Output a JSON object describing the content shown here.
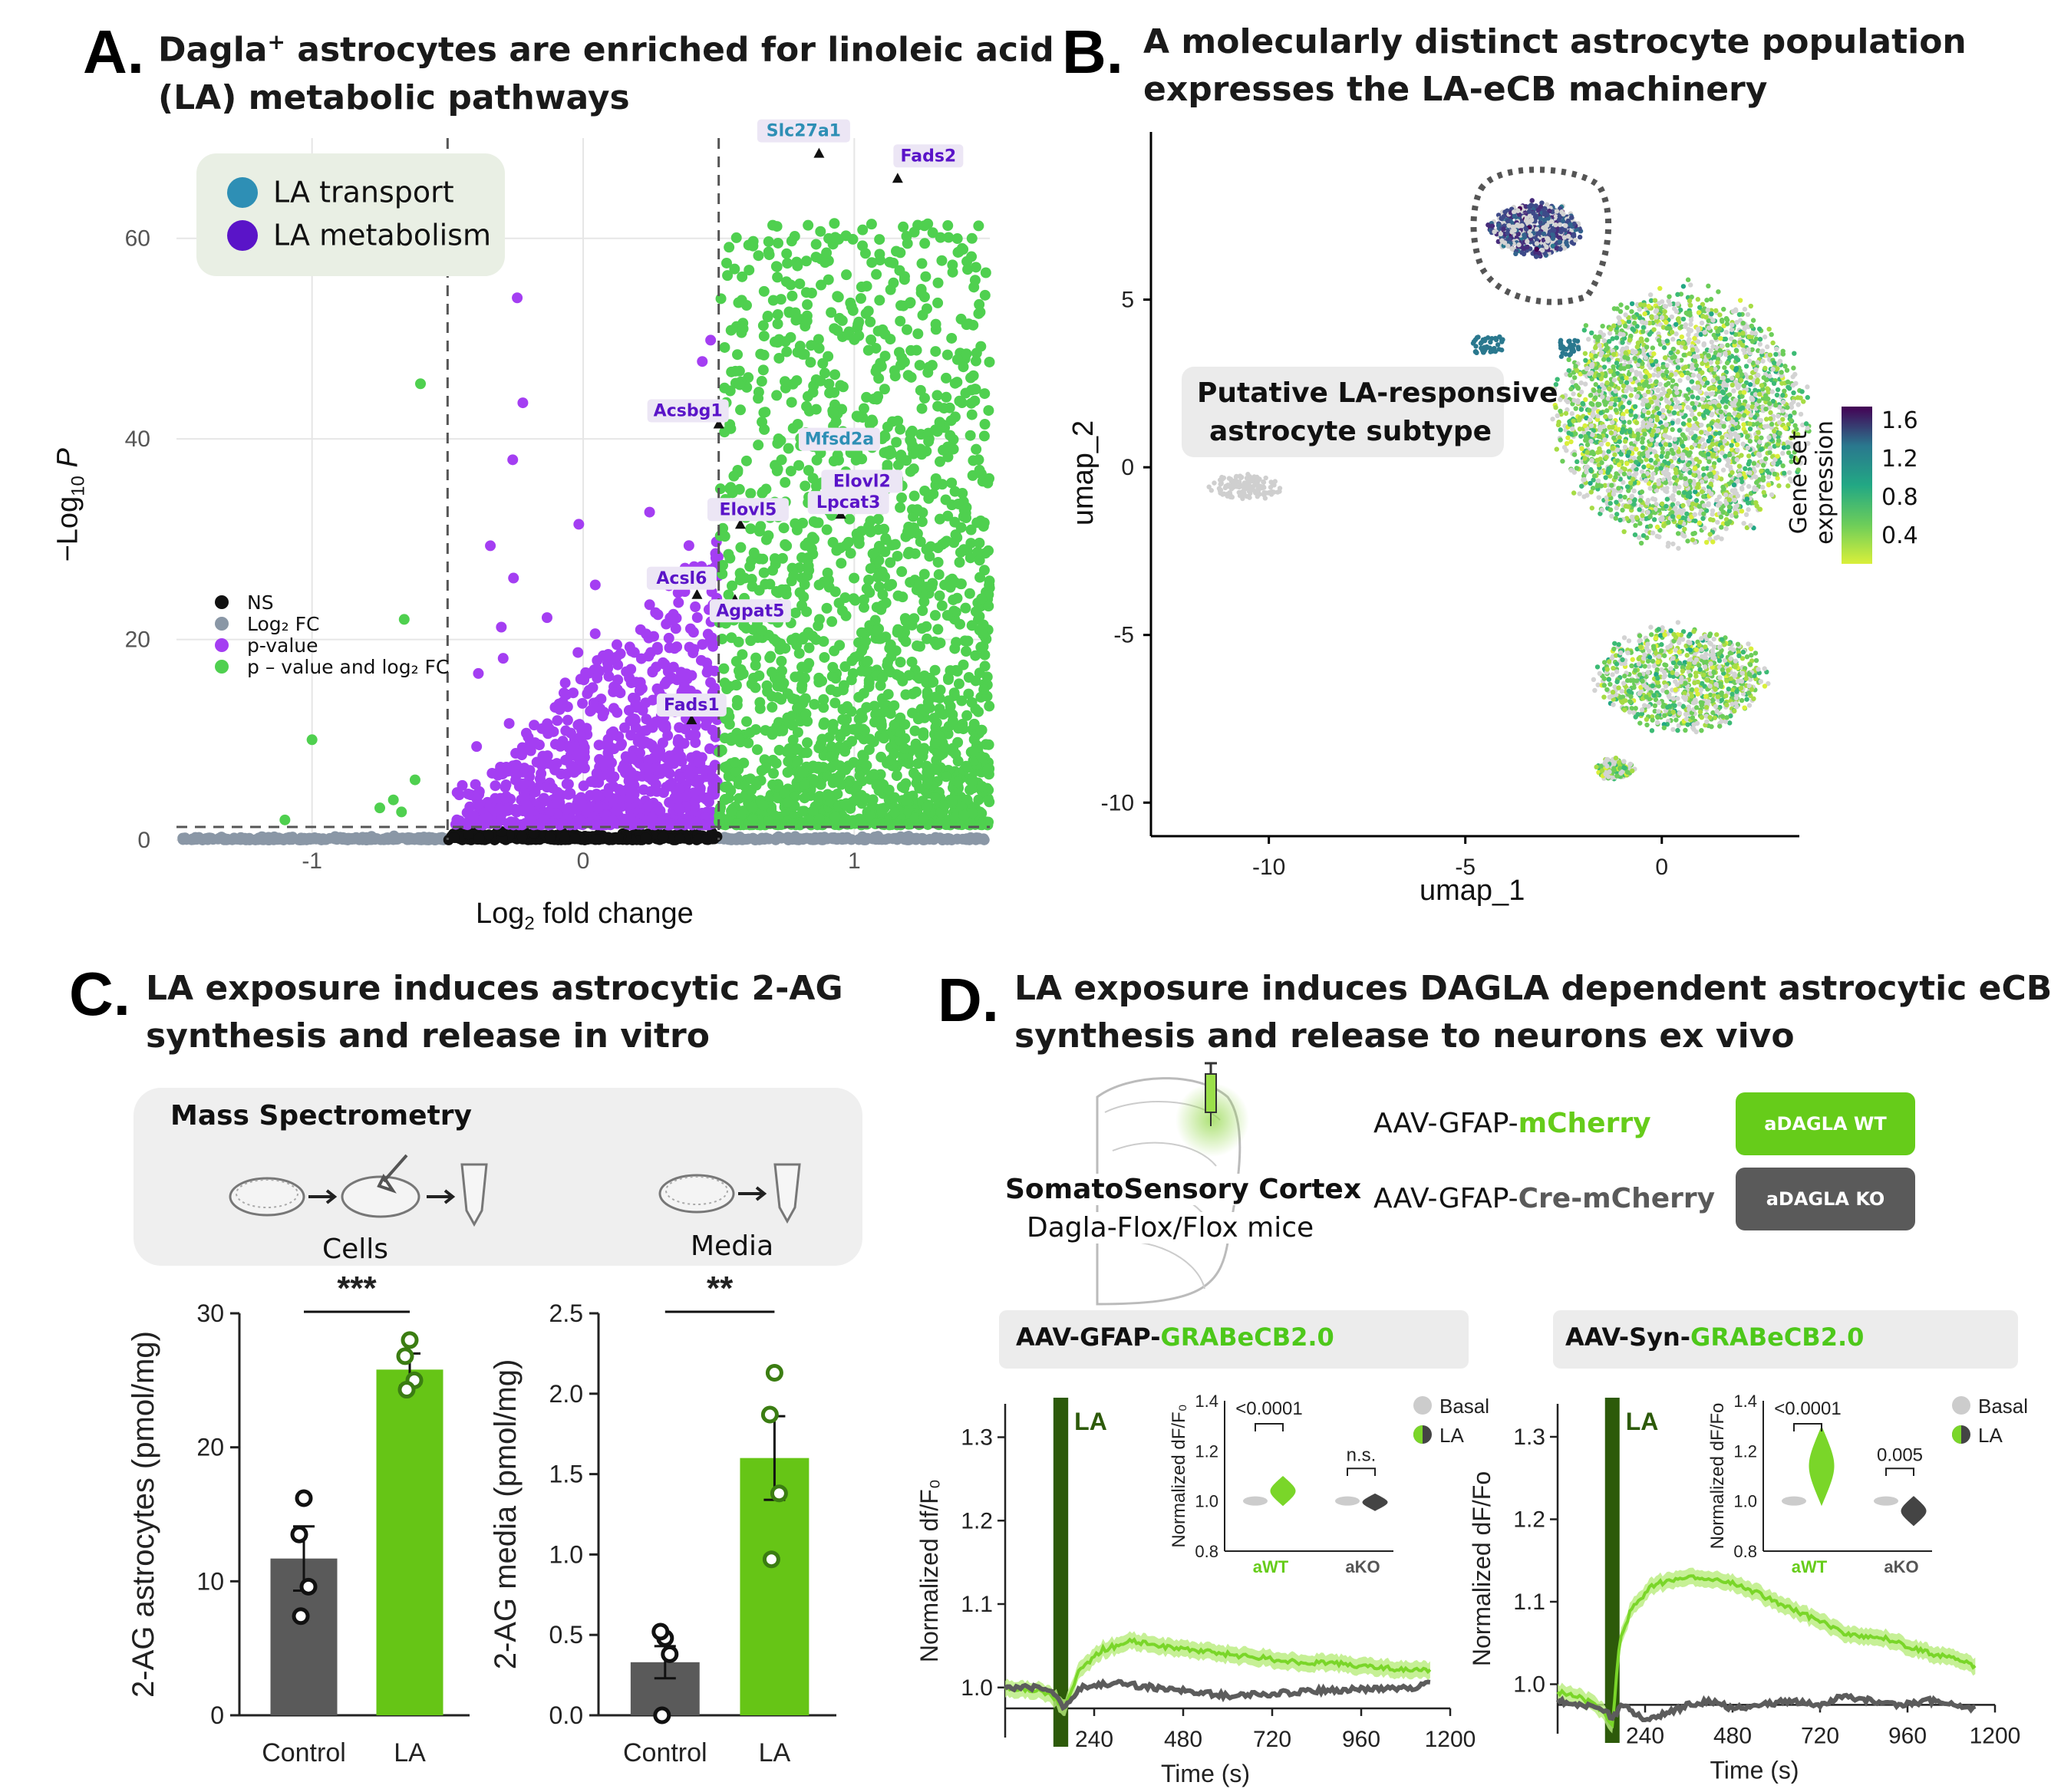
{
  "panel_a": {
    "letter": "A.",
    "title_line1_pre": "Dagla",
    "title_line1_sup": "+",
    "title_line1_post": " astrocytes are enriched for linoleic acid",
    "title_line2": "(LA) metabolic pathways",
    "legend_box": [
      {
        "label": "LA transport",
        "color": "#2e8fb5"
      },
      {
        "label": "LA metabolism",
        "color": "#5a14c8"
      }
    ],
    "small_legend": [
      {
        "label": "NS",
        "color": "#111111"
      },
      {
        "label": "Log₂ FC",
        "color": "#8a97a6"
      },
      {
        "label": "p-value",
        "color": "#a43ef2"
      },
      {
        "label": "p – value and log₂ FC",
        "color": "#4fd04f"
      }
    ],
    "gene_labels": [
      {
        "name": "Slc27a1",
        "kind": "transport"
      },
      {
        "name": "Fads2",
        "kind": "metabolism"
      },
      {
        "name": "Acsbg1",
        "kind": "metabolism"
      },
      {
        "name": "Mfsd2a",
        "kind": "transport"
      },
      {
        "name": "Elovl2",
        "kind": "metabolism"
      },
      {
        "name": "Lpcat3",
        "kind": "metabolism"
      },
      {
        "name": "Elovl5",
        "kind": "metabolism"
      },
      {
        "name": "Acsl6",
        "kind": "metabolism"
      },
      {
        "name": "Agpat5",
        "kind": "metabolism"
      },
      {
        "name": "Fads1",
        "kind": "metabolism"
      }
    ],
    "xlabel_main": "Log",
    "xlabel_sub": "2",
    "xlabel_rest": " fold change",
    "ylabel_main": "−Log",
    "ylabel_sub": "10",
    "ylabel_rest": " P"
  },
  "panel_b": {
    "letter": "B.",
    "title_line1": "A molecularly distinct astrocyte population",
    "title_line2": "expresses the LA-eCB machinery",
    "annotation_line1": "Putative LA-responsive",
    "annotation_line2": "astrocyte subtype",
    "colorbar_title_line1": "Gene set",
    "colorbar_title_line2": "expression",
    "colorbar_ticks": [
      "1.6",
      "1.2",
      "0.8",
      "0.4"
    ],
    "xlabel": "umap_1",
    "ylabel": "umap_2"
  },
  "panel_c": {
    "letter": "C.",
    "title_line1": "LA exposure induces astrocytic 2-AG",
    "title_line2": "synthesis and release in vitro",
    "box_title": "Mass Spectrometry",
    "cells_label": "Cells",
    "media_label": "Media"
  },
  "panel_d": {
    "letter": "D.",
    "title_line1": "LA exposure induces DAGLA dependent astrocytic eCB",
    "title_line2": "synthesis and release to neurons ex vivo",
    "region_label": "SomatoSensory Cortex",
    "mouse_label": "Dagla-Flox/Flox mice",
    "aav1_prefix": "AAV-GFAP-",
    "aav1_suffix": "mCherry",
    "aav2_prefix": "AAV-GFAP-",
    "aav2_suffix": "Cre-mCherry",
    "wt_badge": "aDAGLA WT",
    "ko_badge": "aDAGLA KO",
    "sensor1_prefix": "AAV-GFAP-",
    "sensor1_suffix": "GRABeCB2.0",
    "sensor2_prefix": "AAV-Syn-",
    "sensor2_suffix": "GRABeCB2.0",
    "colors": {
      "wt": "#66cc1a",
      "ko": "#5a5a5a",
      "stim": "#2d5a0a"
    }
  },
  "chart_data": [
    {
      "id": "volcano",
      "type": "scatter",
      "xlabel": "Log₂ fold change",
      "ylabel": "−Log₁₀ P",
      "xlim": [
        -1.5,
        1.5
      ],
      "ylim": [
        0,
        70
      ],
      "xticks": [
        -1,
        0,
        1
      ],
      "yticks": [
        0,
        20,
        40,
        60
      ],
      "fc_cutoff": [
        -0.5,
        0.5
      ],
      "p_cutoff": 1.3,
      "grid": true,
      "series": [
        {
          "name": "NS",
          "color": "#111111"
        },
        {
          "name": "Log₂ FC",
          "color": "#8a97a6"
        },
        {
          "name": "p-value",
          "color": "#a43ef2"
        },
        {
          "name": "p – value and log₂ FC",
          "color": "#4fd04f"
        }
      ],
      "highlighted_genes": [
        {
          "name": "Slc27a1",
          "x": 0.87,
          "y": 68.5
        },
        {
          "name": "Fads2",
          "x": 1.16,
          "y": 66
        },
        {
          "name": "Acsbg1",
          "x": 0.5,
          "y": 41.5
        },
        {
          "name": "Mfsd2a",
          "x": 1.03,
          "y": 40.5
        },
        {
          "name": "Elovl2",
          "x": 1.0,
          "y": 36
        },
        {
          "name": "Lpcat3",
          "x": 0.95,
          "y": 32.5
        },
        {
          "name": "Elovl5",
          "x": 0.58,
          "y": 31.5
        },
        {
          "name": "Acsl6",
          "x": 0.42,
          "y": 24.5
        },
        {
          "name": "Agpat5",
          "x": 0.56,
          "y": 24
        },
        {
          "name": "Fads1",
          "x": 0.4,
          "y": 12
        }
      ]
    },
    {
      "id": "umap",
      "type": "scatter",
      "xlabel": "umap_1",
      "ylabel": "umap_2",
      "xlim": [
        -13,
        3.5
      ],
      "ylim": [
        -11,
        10
      ],
      "xticks": [
        -10,
        -5,
        0
      ],
      "yticks": [
        -10,
        -5,
        0,
        5
      ],
      "colorbar_range": [
        0.1,
        1.7
      ],
      "clusters": [
        {
          "cx": 0.5,
          "cy": 1.5,
          "rx": 3,
          "ry": 3.6,
          "expr": 0.4
        },
        {
          "cx": 0.5,
          "cy": -6.3,
          "rx": 2.0,
          "ry": 1.5,
          "expr": 0.4
        },
        {
          "cx": -1.2,
          "cy": -9.0,
          "rx": 0.45,
          "ry": 0.3,
          "expr": 0.4
        },
        {
          "cx": -3.2,
          "cy": 7.1,
          "rx": 1.1,
          "ry": 0.75,
          "expr": 1.4
        },
        {
          "cx": -10.6,
          "cy": -0.6,
          "rx": 0.9,
          "ry": 0.35,
          "expr": 0
        }
      ]
    },
    {
      "id": "bar_astrocytes",
      "type": "bar",
      "categories": [
        "Control",
        "LA"
      ],
      "values": [
        11.7,
        25.8
      ],
      "errors": [
        2.4,
        1.2
      ],
      "points": [
        [
          16.2,
          13.5,
          9.6,
          7.4
        ],
        [
          28.0,
          26.8,
          25.0,
          24.3
        ]
      ],
      "ylabel": "2-AG astrocytes (pmol/mg)",
      "ylim": [
        0,
        30
      ],
      "yticks": [
        0,
        10,
        20,
        30
      ],
      "significance": "***",
      "colors": [
        "#5a5a5a",
        "#66c516"
      ]
    },
    {
      "id": "bar_media",
      "type": "bar",
      "categories": [
        "Control",
        "LA"
      ],
      "values": [
        0.33,
        1.6
      ],
      "errors": [
        0.1,
        0.26
      ],
      "points": [
        [
          0.48,
          0.52,
          0.38,
          0.0
        ],
        [
          2.13,
          1.87,
          1.38,
          0.97
        ]
      ],
      "ylabel": "2-AG media (pmol/mg)",
      "ylim": [
        0,
        2.5
      ],
      "yticks": [
        0.0,
        0.5,
        1.0,
        1.5,
        2.0,
        2.5
      ],
      "significance": "**",
      "colors": [
        "#5a5a5a",
        "#66c516"
      ]
    },
    {
      "id": "trace_gfap",
      "type": "line",
      "xlabel": "Time (s)",
      "ylabel": "Normalized df/F₀",
      "xlim": [
        0,
        1200
      ],
      "ylim": [
        0.94,
        1.34
      ],
      "xticks": [
        240,
        480,
        720,
        960,
        1200
      ],
      "yticks": [
        1.0,
        1.1,
        1.2,
        1.3
      ],
      "stim_label": "LA",
      "stim_window": [
        130,
        170
      ],
      "series": [
        {
          "name": "aDAGLA WT",
          "color": "#7ad629",
          "x": [
            0,
            100,
            140,
            160,
            200,
            260,
            340,
            420,
            500,
            600,
            700,
            800,
            900,
            1000,
            1100,
            1150
          ],
          "y": [
            1.0,
            0.995,
            0.985,
            0.975,
            1.02,
            1.045,
            1.055,
            1.05,
            1.045,
            1.04,
            1.035,
            1.03,
            1.028,
            1.025,
            1.02,
            1.02
          ]
        },
        {
          "name": "aDAGLA KO",
          "color": "#5c5c5c",
          "x": [
            0,
            100,
            140,
            160,
            200,
            300,
            400,
            500,
            600,
            700,
            800,
            900,
            1000,
            1100,
            1150
          ],
          "y": [
            1.0,
            1.0,
            0.99,
            0.975,
            1.0,
            1.005,
            1.0,
            0.995,
            0.99,
            0.992,
            0.995,
            0.997,
            0.998,
            1.0,
            1.005
          ]
        }
      ],
      "inset": {
        "ylabel": "Normalized dF/F₀",
        "ylim": [
          0.8,
          1.4
        ],
        "yticks": [
          0.8,
          1.0,
          1.2,
          1.4
        ],
        "groups": [
          "aWT",
          "aKO"
        ],
        "legend": [
          "Basal",
          "LA"
        ],
        "stats": [
          "<0.0001",
          "n.s."
        ]
      }
    },
    {
      "id": "trace_syn",
      "type": "line",
      "xlabel": "Time (s)",
      "ylabel": "Normalized dF/Fo",
      "xlim": [
        0,
        1200
      ],
      "ylim": [
        0.94,
        1.34
      ],
      "xticks": [
        240,
        480,
        720,
        960,
        1200
      ],
      "yticks": [
        1.0,
        1.1,
        1.2,
        1.3
      ],
      "stim_label": "LA",
      "stim_window": [
        130,
        170
      ],
      "series": [
        {
          "name": "aDAGLA WT",
          "color": "#7ad629",
          "x": [
            0,
            60,
            120,
            150,
            170,
            200,
            260,
            340,
            420,
            500,
            600,
            700,
            800,
            900,
            1000,
            1100,
            1150
          ],
          "y": [
            0.99,
            0.985,
            0.97,
            0.95,
            1.05,
            1.09,
            1.12,
            1.13,
            1.128,
            1.12,
            1.1,
            1.08,
            1.06,
            1.055,
            1.04,
            1.03,
            1.02
          ]
        },
        {
          "name": "aDAGLA KO",
          "color": "#5c5c5c",
          "x": [
            0,
            60,
            120,
            150,
            180,
            240,
            300,
            360,
            420,
            480,
            560,
            640,
            720,
            780,
            860,
            940,
            1020,
            1100,
            1150
          ],
          "y": [
            0.98,
            0.975,
            0.97,
            0.96,
            0.975,
            0.955,
            0.965,
            0.975,
            0.98,
            0.97,
            0.975,
            0.98,
            0.975,
            0.985,
            0.98,
            0.975,
            0.98,
            0.975,
            0.97
          ]
        }
      ],
      "inset": {
        "ylabel": "Normalized dF/Fo",
        "ylim": [
          0.8,
          1.4
        ],
        "yticks": [
          0.8,
          1.0,
          1.2,
          1.4
        ],
        "groups": [
          "aWT",
          "aKO"
        ],
        "legend": [
          "Basal",
          "LA"
        ],
        "stats": [
          "<0.0001",
          "0.005"
        ]
      }
    }
  ]
}
